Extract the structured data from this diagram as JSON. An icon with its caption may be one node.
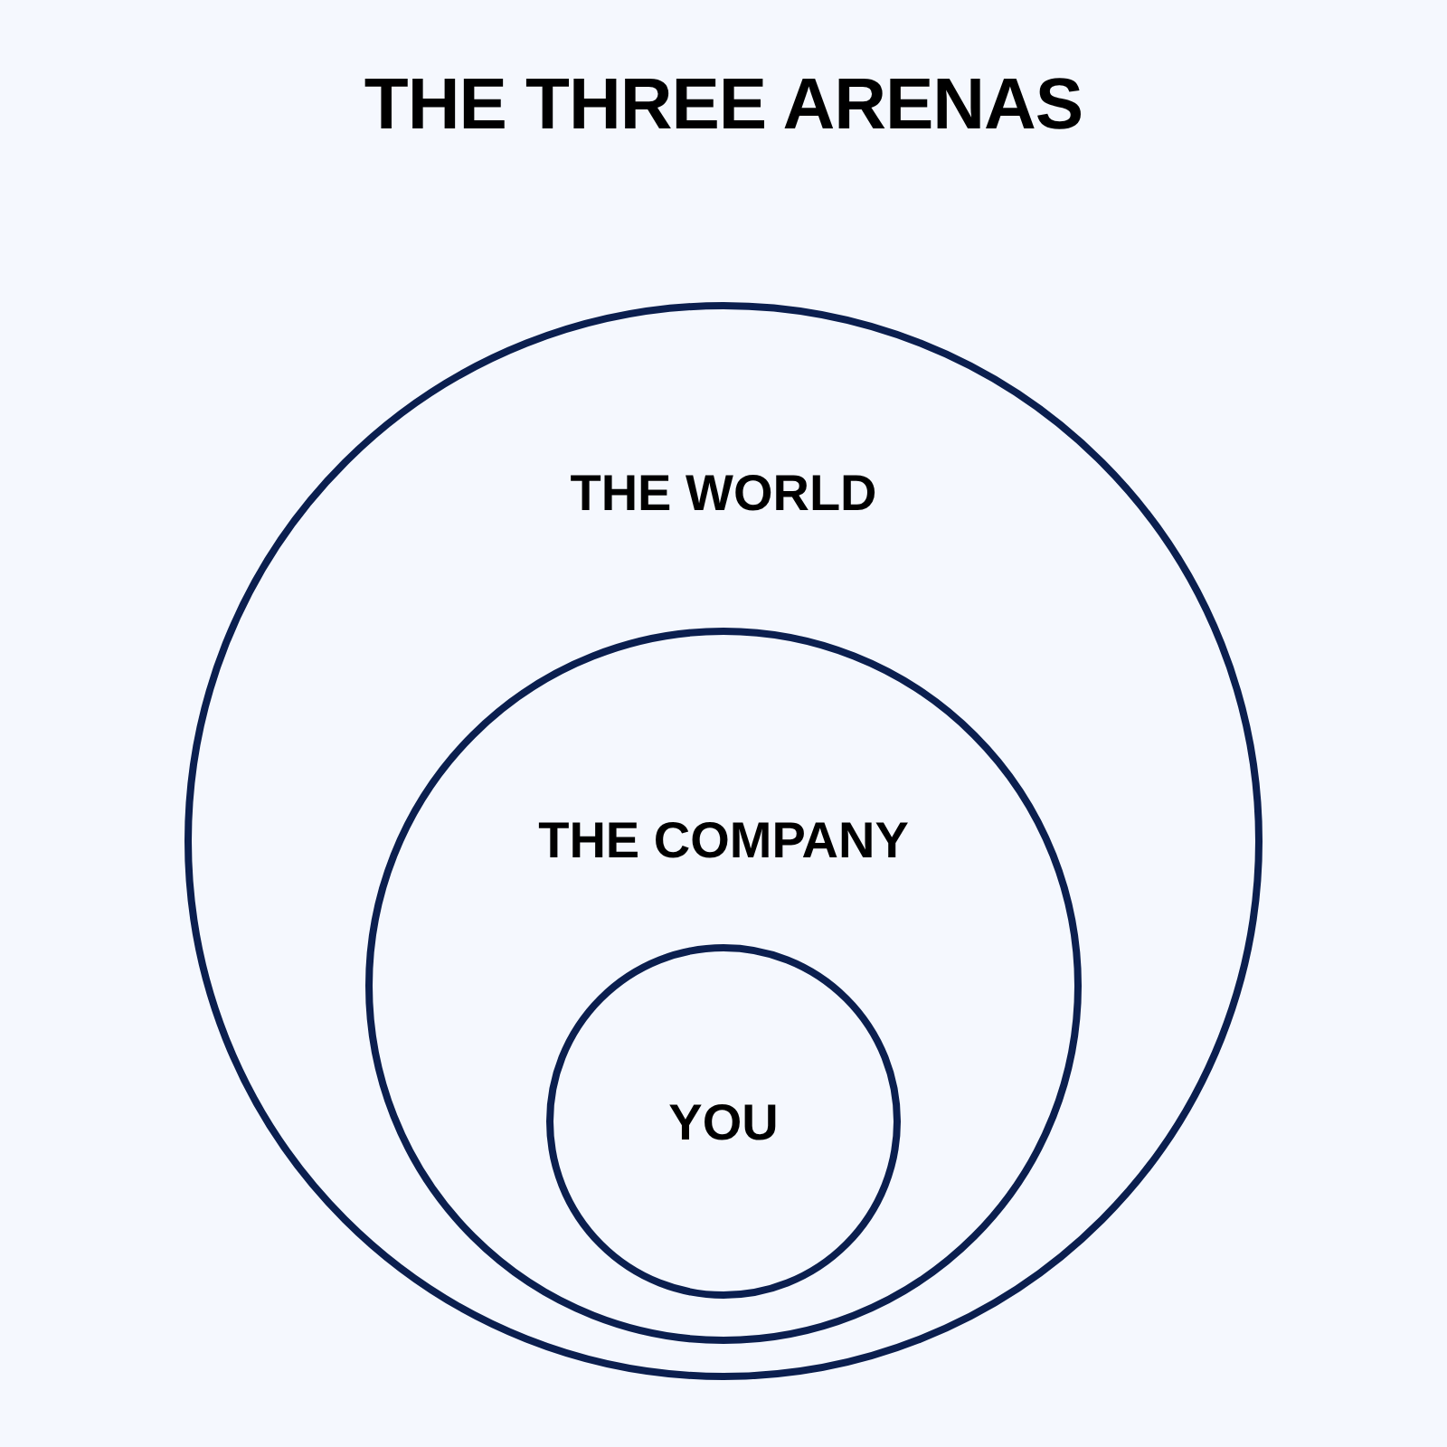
{
  "diagram": {
    "title": "THE THREE ARENAS",
    "nodes": [
      {
        "text": [
          "THE WORLD"
        ]
      },
      {
        "text": [
          "THE COMPANY"
        ],
        "in": 0
      },
      {
        "text": [
          "YOU"
        ],
        "in": 1
      }
    ],
    "edges": []
  }
}
